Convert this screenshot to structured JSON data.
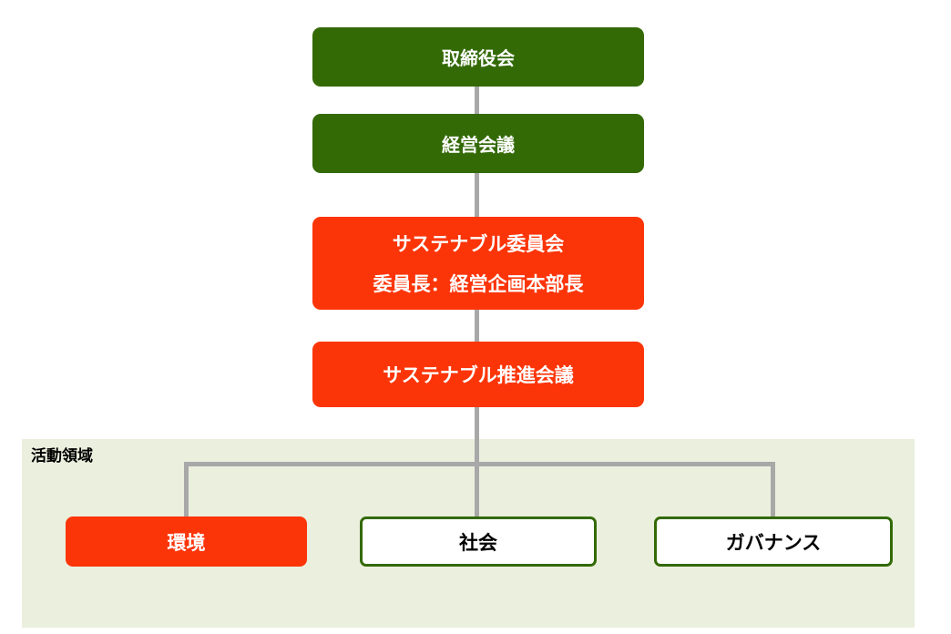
{
  "colors": {
    "dark_green": "#336A06",
    "red": "#FC3509",
    "panel_bg": "#EBEFDE",
    "connector_gray": "#A8A8A8",
    "box_text_light": "#FFFFFF",
    "box_text_dark": "#000000"
  },
  "org_chart": {
    "nodes": [
      {
        "id": "board_of_directors",
        "label": "取締役会"
      },
      {
        "id": "management_meeting",
        "label": "経営会議"
      },
      {
        "id": "sustainable_committee",
        "label_line1": "サステナブル委員会",
        "label_line2": "委員長：経営企画本部長"
      },
      {
        "id": "sustainable_promotion_meeting",
        "label": "サステナブル推進会議"
      }
    ],
    "activity_area": {
      "label": "活動領域",
      "items": [
        {
          "id": "environment",
          "label": "環境"
        },
        {
          "id": "society",
          "label": "社会"
        },
        {
          "id": "governance",
          "label": "ガバナンス"
        }
      ]
    }
  }
}
